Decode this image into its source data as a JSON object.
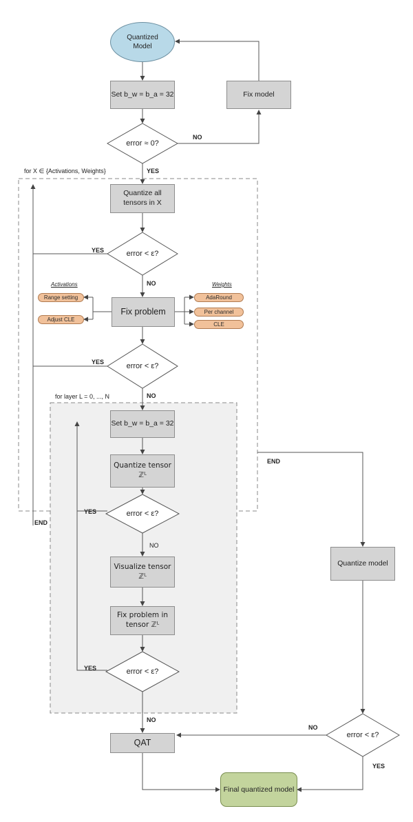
{
  "nodes": {
    "start": "Quantized Model",
    "set_bits_top": "Set b_w = b_a = 32",
    "fix_model": "Fix model",
    "decision_zero": "error ≈ 0?",
    "quantize_all": "Quantize all tensors in X",
    "decision_eps_1": "error < ε?",
    "fix_problem": "Fix problem",
    "decision_eps_2": "error < ε?",
    "set_bits_inner": "Set b_w = b_a = 32",
    "quantize_tensor": "Quantize tensor ℤᴸ",
    "decision_eps_3": "error < ε?",
    "visualize_tensor": "Visualize tensor ℤᴸ",
    "fix_problem_tensor": "Fix problem in tensor ℤᴸ",
    "decision_eps_4": "error < ε?",
    "qat": "QAT",
    "quantize_model": "Quantize model",
    "decision_eps_5": "error < ε?",
    "final": "Final quantized model"
  },
  "activations": {
    "header": "Activations",
    "items": [
      "Range setting",
      "Adjust CLE"
    ]
  },
  "weights": {
    "header": "Weights",
    "items": [
      "AdaRound",
      "Per channel",
      "CLE"
    ]
  },
  "loops": {
    "outer": "for X ∈ {Activations, Weights}",
    "inner": "for layer L = 0, ..., N"
  },
  "edge_labels": {
    "no_fix_model": "NO",
    "yes_enter_loop": "YES",
    "yes_eps_1": "YES",
    "no_eps_1": "NO",
    "yes_eps_2": "YES",
    "no_eps_2": "NO",
    "yes_eps_3": "YES",
    "no_eps_3": "NO",
    "yes_eps_4": "YES",
    "no_eps_4": "NO",
    "end_outer": "END",
    "end_inner": "END",
    "no_eps_5": "NO",
    "yes_eps_5": "YES"
  },
  "colors": {
    "process_fill": "#d4d4d4",
    "start_fill": "#b8d9e8",
    "final_fill": "#c3d49d",
    "option_fill": "#f1c19a",
    "inner_loop_fill": "#f0f0f0",
    "line": "#555555"
  }
}
